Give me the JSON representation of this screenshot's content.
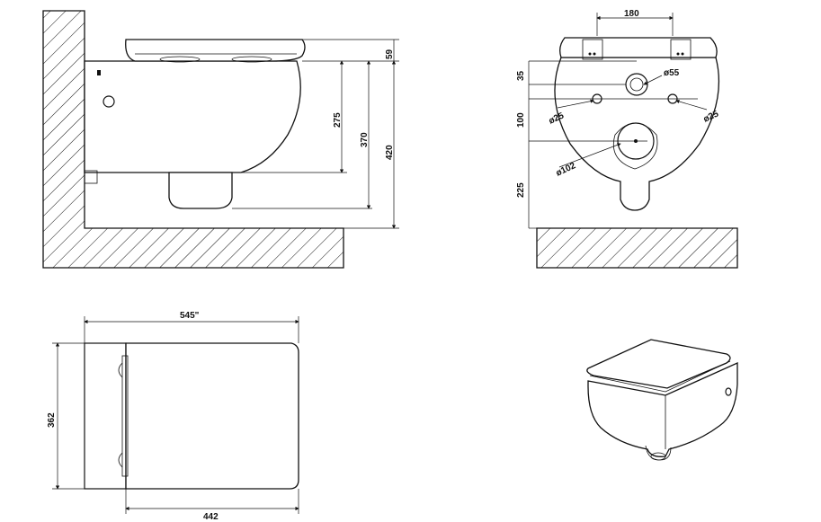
{
  "dimensions": {
    "side": {
      "seat": "59",
      "pipe_height": "275",
      "outlet_height": "370",
      "total_height": "420"
    },
    "front": {
      "bolt_spacing": "180",
      "top_offset": "35",
      "hole_spacing": "100",
      "bottom_offset": "225",
      "inlet_diameter": "ø55",
      "hole_left": "ø25",
      "hole_right": "ø25",
      "outlet_diameter": "ø102"
    },
    "top": {
      "length": "545\"",
      "width": "362",
      "depth": "442"
    }
  },
  "colors": {
    "line": "#111111",
    "background": "#ffffff"
  }
}
